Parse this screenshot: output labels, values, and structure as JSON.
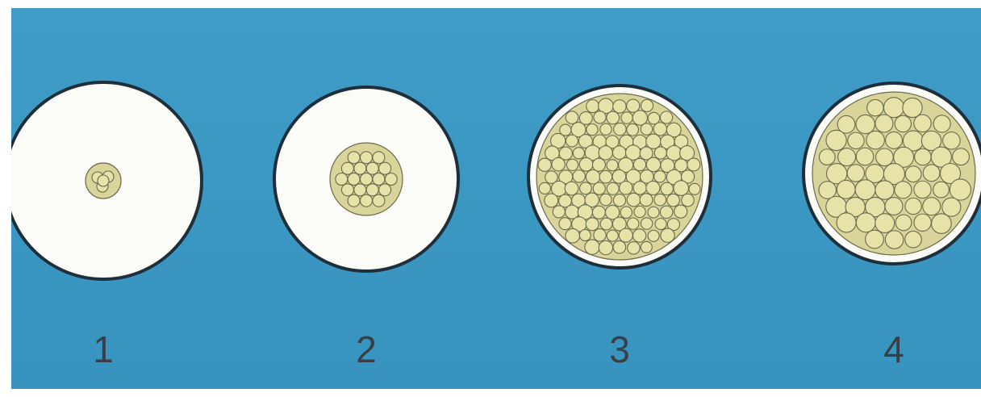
{
  "colors": {
    "background": "#3d9ac4",
    "cross_section_fill": "#fbfbf8",
    "cross_section_outline": "#1f2f3a",
    "fiber_fill": "#e6e2a8",
    "fiber_outline": "#6b6a4e"
  },
  "figures": [
    {
      "label": "1"
    },
    {
      "label": "2"
    },
    {
      "label": "3"
    },
    {
      "label": "4"
    }
  ]
}
